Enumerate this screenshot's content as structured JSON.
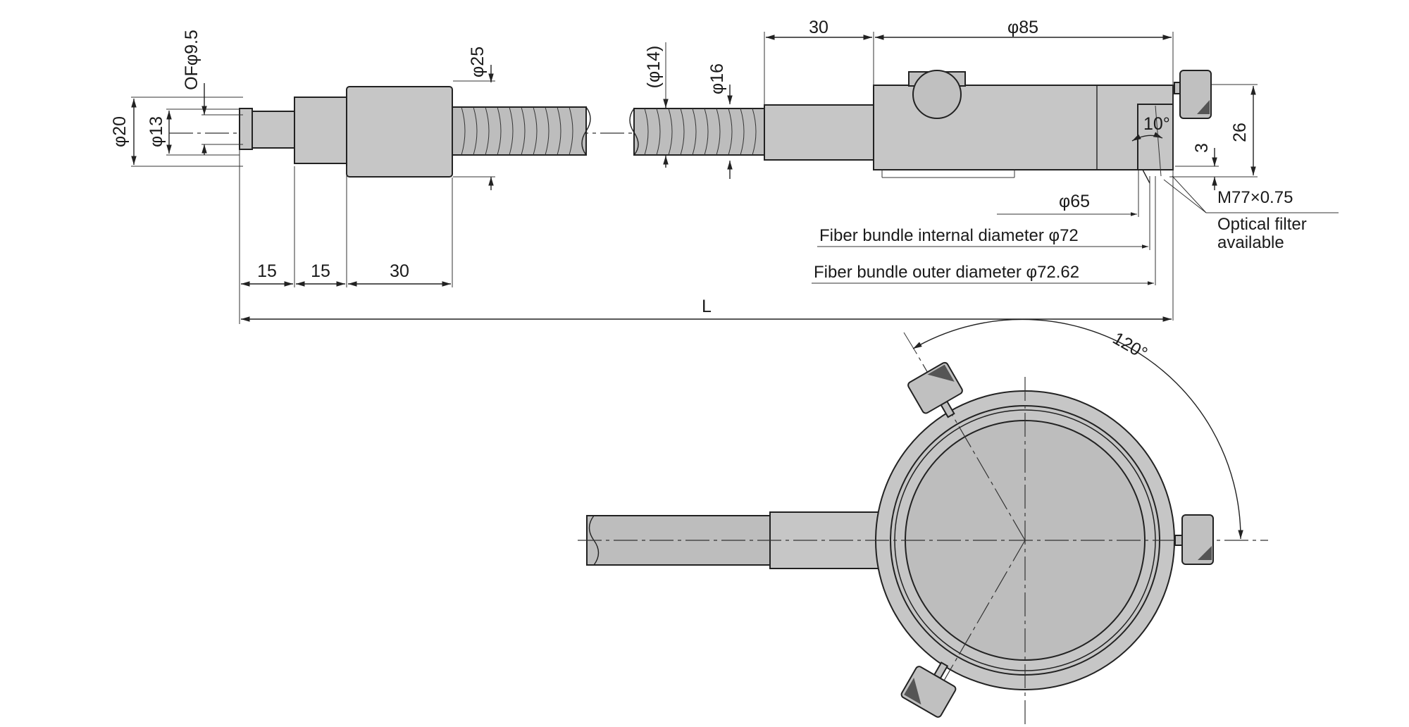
{
  "dimensions": {
    "of_phi95": "OFφ9.5",
    "phi20": "φ20",
    "phi13": "φ13",
    "phi25": "φ25",
    "phi14": "(φ14)",
    "phi16": "φ16",
    "len30_top": "30",
    "phi85": "φ85",
    "angle10": "10°",
    "dim26": "26",
    "dim3": "3",
    "phi65": "φ65",
    "len15_a": "15",
    "len15_b": "15",
    "len30_bottom": "30",
    "length_L": "L",
    "angle120": "120°"
  },
  "labels": {
    "thread": "M77×0.75",
    "filter_line1": "Optical filter",
    "filter_line2": "available",
    "fiber_internal": "Fiber bundle internal diameter φ72",
    "fiber_outer": "Fiber bundle outer diameter φ72.62"
  },
  "colors": {
    "body": "#c6c6c6",
    "line": "#222222"
  }
}
